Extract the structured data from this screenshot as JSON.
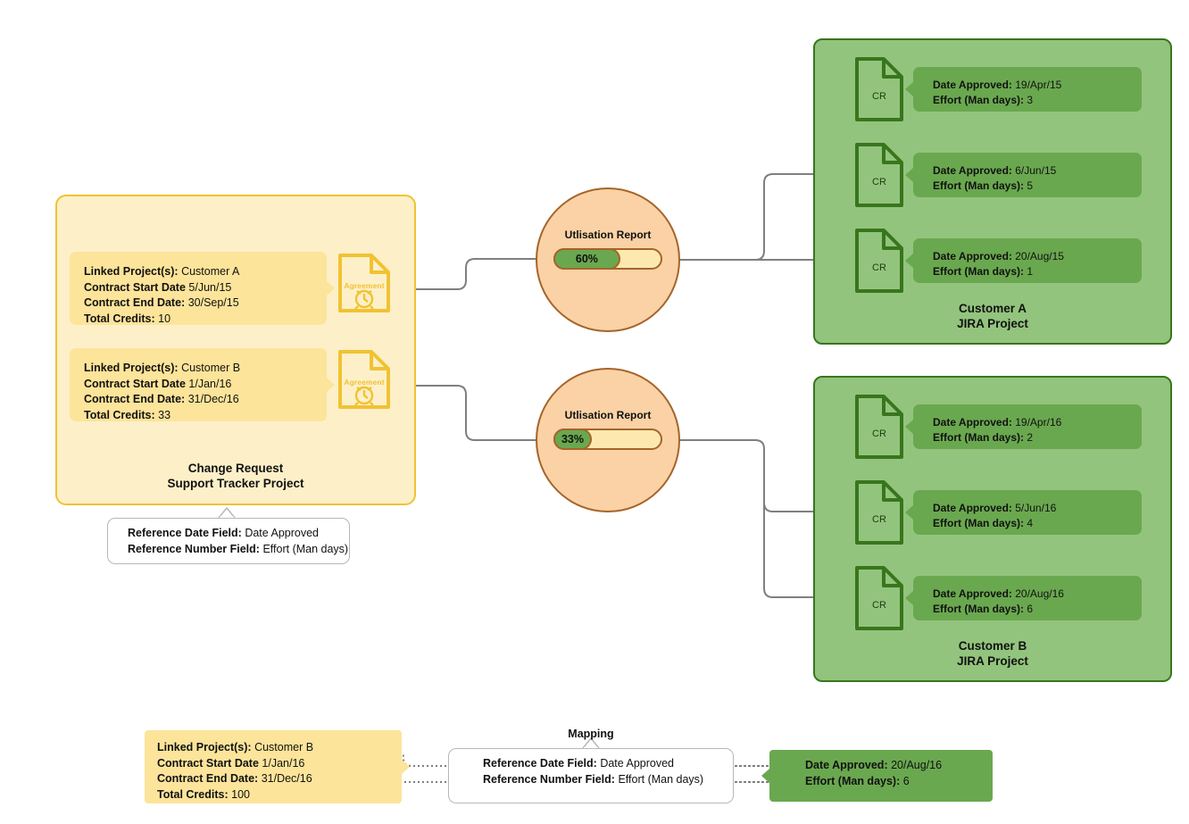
{
  "colors": {
    "panel_yellow_bg": "#fdf0c9",
    "panel_yellow_border": "#f1c232",
    "card_yellow": "#fce49a",
    "circle_orange": "#fad2a5",
    "circle_border": "#a6642a",
    "progress_green": "#6aa84f",
    "progress_track": "#fde9b0",
    "panel_green_bg": "#93c47d",
    "panel_green_border": "#38761d",
    "card_green": "#6aa84f",
    "connector_gray": "#7f7f7f",
    "callout_border": "#b7b7b7"
  },
  "tracker": {
    "title_line1": "Change Request",
    "title_line2": "Support Tracker Project",
    "agreements": [
      {
        "icon_label": "Agreement",
        "fields": [
          {
            "label": "Linked Project(s):",
            "value": "Customer A"
          },
          {
            "label": "Contract Start Date",
            "value": "5/Jun/15"
          },
          {
            "label": "Contract End Date:",
            "value": "30/Sep/15"
          },
          {
            "label": "Total Credits:",
            "value": "10"
          }
        ]
      },
      {
        "icon_label": "Agreement",
        "fields": [
          {
            "label": "Linked Project(s):",
            "value": "Customer B"
          },
          {
            "label": "Contract Start Date",
            "value": "1/Jan/16"
          },
          {
            "label": "Contract End Date:",
            "value": "31/Dec/16"
          },
          {
            "label": "Total Credits:",
            "value": "33"
          }
        ]
      }
    ]
  },
  "reference_callout": {
    "fields": [
      {
        "label": "Reference Date Field:",
        "value": "Date Approved"
      },
      {
        "label": "Reference Number Field:",
        "value": "Effort (Man days)"
      }
    ]
  },
  "reports": [
    {
      "title": "Utlisation Report",
      "percent_label": "60%",
      "percent": 60
    },
    {
      "title": "Utlisation Report",
      "percent_label": "33%",
      "percent": 33
    }
  ],
  "jira_projects": [
    {
      "title_line1": "Customer A",
      "title_line2": "JIRA Project",
      "change_requests": [
        {
          "icon_label": "CR",
          "fields": [
            {
              "label": "Date Approved:",
              "value": "19/Apr/15"
            },
            {
              "label": "Effort (Man days):",
              "value": "3"
            }
          ]
        },
        {
          "icon_label": "CR",
          "fields": [
            {
              "label": "Date Approved:",
              "value": "6/Jun/15"
            },
            {
              "label": "Effort (Man days):",
              "value": "5"
            }
          ]
        },
        {
          "icon_label": "CR",
          "fields": [
            {
              "label": "Date Approved:",
              "value": "20/Aug/15"
            },
            {
              "label": "Effort (Man days):",
              "value": "1"
            }
          ]
        }
      ]
    },
    {
      "title_line1": "Customer B",
      "title_line2": "JIRA Project",
      "change_requests": [
        {
          "icon_label": "CR",
          "fields": [
            {
              "label": "Date Approved:",
              "value": "19/Apr/16"
            },
            {
              "label": "Effort (Man days):",
              "value": "2"
            }
          ]
        },
        {
          "icon_label": "CR",
          "fields": [
            {
              "label": "Date Approved:",
              "value": "5/Jun/16"
            },
            {
              "label": "Effort (Man days):",
              "value": "4"
            }
          ]
        },
        {
          "icon_label": "CR",
          "fields": [
            {
              "label": "Date Approved:",
              "value": "20/Aug/16"
            },
            {
              "label": "Effort (Man days):",
              "value": "6"
            }
          ]
        }
      ]
    }
  ],
  "mapping": {
    "label": "Mapping",
    "source": {
      "fields": [
        {
          "label": "Linked Project(s):",
          "value": "Customer B"
        },
        {
          "label": "Contract Start Date",
          "value": "1/Jan/16"
        },
        {
          "label": "Contract End Date:",
          "value": "31/Dec/16"
        },
        {
          "label": "Total Credits:",
          "value": "100"
        }
      ]
    },
    "mapper": {
      "fields": [
        {
          "label": "Reference Date Field:",
          "value": "Date Approved"
        },
        {
          "label": "Reference Number Field:",
          "value": "Effort (Man days)"
        }
      ]
    },
    "target": {
      "fields": [
        {
          "label": "Date Approved:",
          "value": "20/Aug/16"
        },
        {
          "label": "Effort (Man days):",
          "value": "6"
        }
      ]
    }
  }
}
